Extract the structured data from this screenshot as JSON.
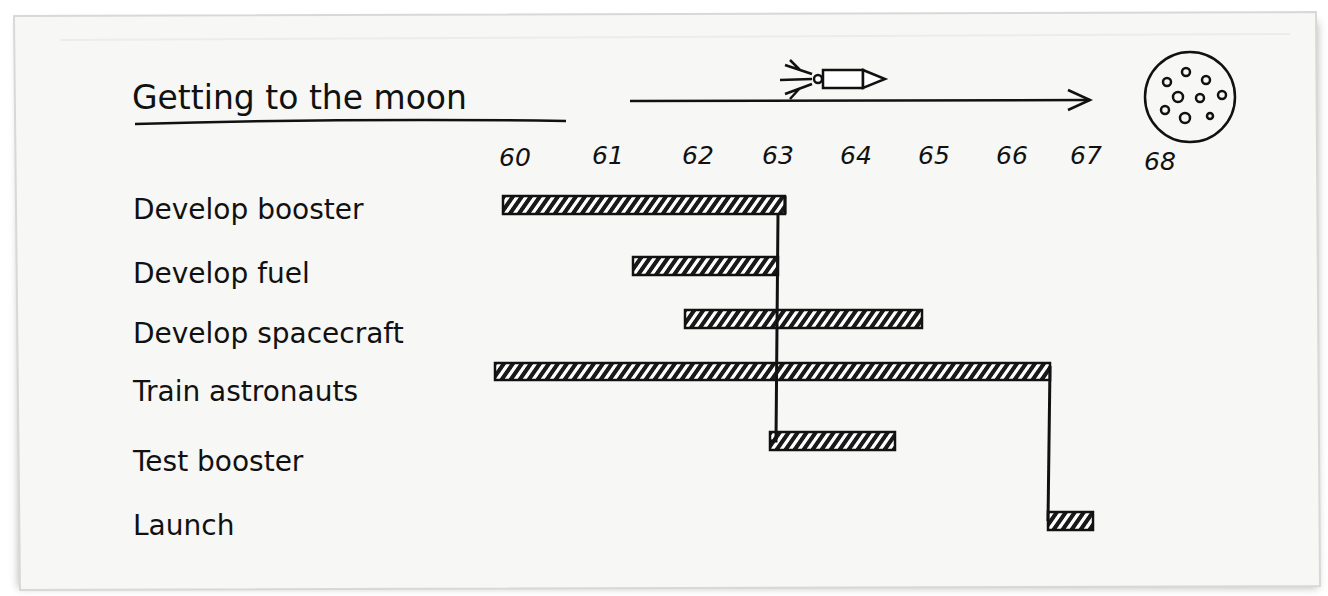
{
  "diagram": {
    "title": "Getting to the moon",
    "labels": [
      "60",
      "61",
      "62",
      "63",
      "64",
      "65",
      "66",
      "67",
      "68",
      "Develop booster",
      "Develop fuel",
      "Develop spacecraft",
      "Train astronauts",
      "Test booster",
      "Launch"
    ]
  }
}
